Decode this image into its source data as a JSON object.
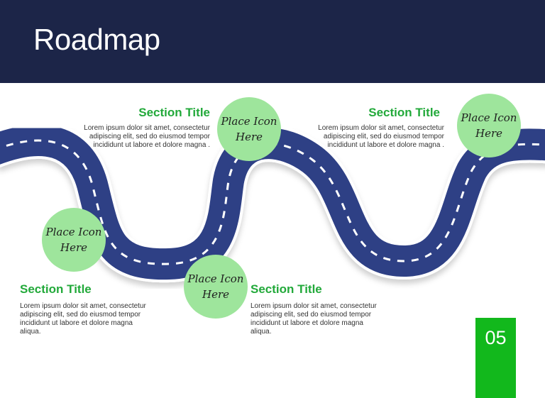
{
  "header": {
    "title": "Roadmap"
  },
  "icon_placeholder": {
    "line1": "Place Icon",
    "line2": "Here"
  },
  "sections": [
    {
      "title": "Section Title",
      "body": "Lorem ipsum dolor sit amet, consectetur adipiscing elit, sed do eiusmod tempor incididunt ut labore et dolore magna ."
    },
    {
      "title": "Section Title",
      "body": "Lorem ipsum dolor sit amet, consectetur adipiscing elit, sed do eiusmod tempor incididunt ut labore et dolore magna ."
    },
    {
      "title": "Section Title",
      "body": "Lorem ipsum dolor sit amet, consectetur adipiscing elit, sed do eiusmod tempor incididunt ut labore et dolore magna aliqua."
    },
    {
      "title": "Section Title",
      "body": "Lorem ipsum dolor sit amet, consectetur adipiscing elit, sed do eiusmod tempor incididunt ut labore et dolore magna aliqua."
    }
  ],
  "page": {
    "number": "05"
  },
  "colors": {
    "header_bg": "#1c2548",
    "road": "#2e3f85",
    "road_edge": "#23316b",
    "circle": "#9ee59c",
    "section_title": "#22a93a",
    "page_tab": "#12b81c"
  }
}
